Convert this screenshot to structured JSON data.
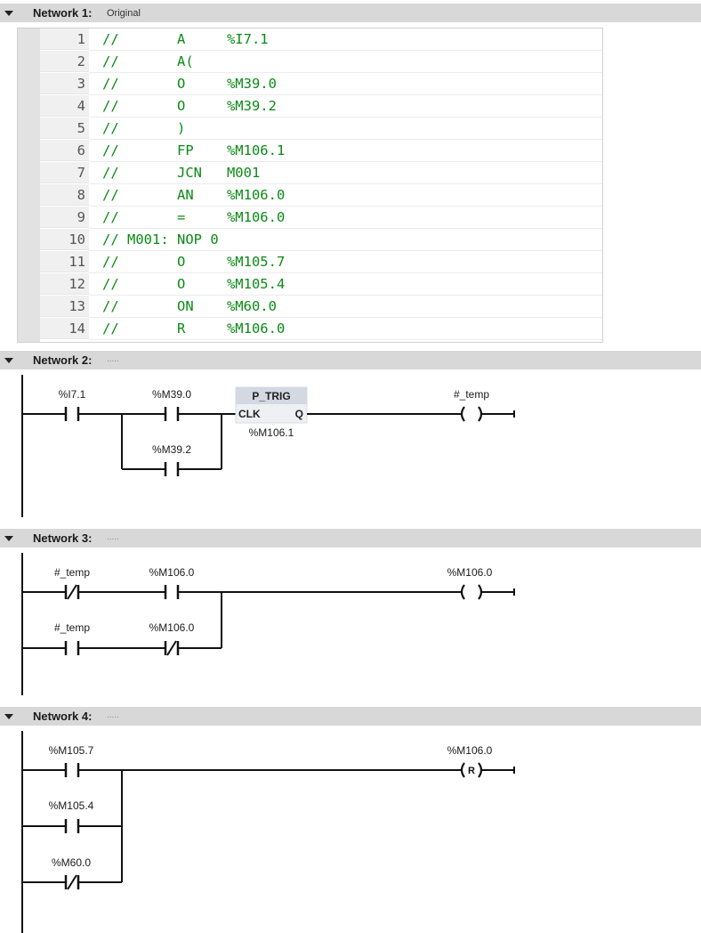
{
  "networks": [
    {
      "title": "Network 1:",
      "comment": "Original",
      "type": "stl-code",
      "code_lines": [
        {
          "num": "1",
          "text": "//       A     %I7.1"
        },
        {
          "num": "2",
          "text": "//       A("
        },
        {
          "num": "3",
          "text": "//       O     %M39.0"
        },
        {
          "num": "4",
          "text": "//       O     %M39.2"
        },
        {
          "num": "5",
          "text": "//       )"
        },
        {
          "num": "6",
          "text": "//       FP    %M106.1"
        },
        {
          "num": "7",
          "text": "//       JCN   M001"
        },
        {
          "num": "8",
          "text": "//       AN    %M106.0"
        },
        {
          "num": "9",
          "text": "//       =     %M106.0"
        },
        {
          "num": "10",
          "text": "// M001: NOP 0"
        },
        {
          "num": "11",
          "text": "//       O     %M105.7"
        },
        {
          "num": "12",
          "text": "//       O     %M105.4"
        },
        {
          "num": "13",
          "text": "//       ON    %M60.0"
        },
        {
          "num": "14",
          "text": "//       R     %M106.0"
        }
      ]
    },
    {
      "title": "Network 2:",
      "comment": ".....",
      "type": "ladder",
      "contacts": [
        {
          "operand": "%I7.1",
          "kind": "NO"
        },
        {
          "operand": "%M39.0",
          "kind": "NO"
        },
        {
          "operand": "%M39.2",
          "kind": "NO"
        }
      ],
      "block": {
        "name": "P_TRIG",
        "input": "CLK",
        "output": "Q",
        "operand": "%M106.1"
      },
      "coil": {
        "operand": "#_temp",
        "kind": "",
        "symbol": "( )"
      }
    },
    {
      "title": "Network 3:",
      "comment": ".....",
      "type": "ladder",
      "contacts": [
        {
          "operand": "#_temp",
          "kind": "NC"
        },
        {
          "operand": "%M106.0",
          "kind": "NO"
        },
        {
          "operand": "#_temp",
          "kind": "NO"
        },
        {
          "operand": "%M106.0",
          "kind": "NC"
        }
      ],
      "coil": {
        "operand": "%M106.0",
        "kind": "",
        "symbol": "( )"
      }
    },
    {
      "title": "Network 4:",
      "comment": ".....",
      "type": "ladder",
      "contacts": [
        {
          "operand": "%M105.7",
          "kind": "NO"
        },
        {
          "operand": "%M105.4",
          "kind": "NO"
        },
        {
          "operand": "%M60.0",
          "kind": "NC"
        }
      ],
      "coil": {
        "operand": "%M106.0",
        "kind": "R",
        "symbol": "(R)"
      }
    }
  ]
}
